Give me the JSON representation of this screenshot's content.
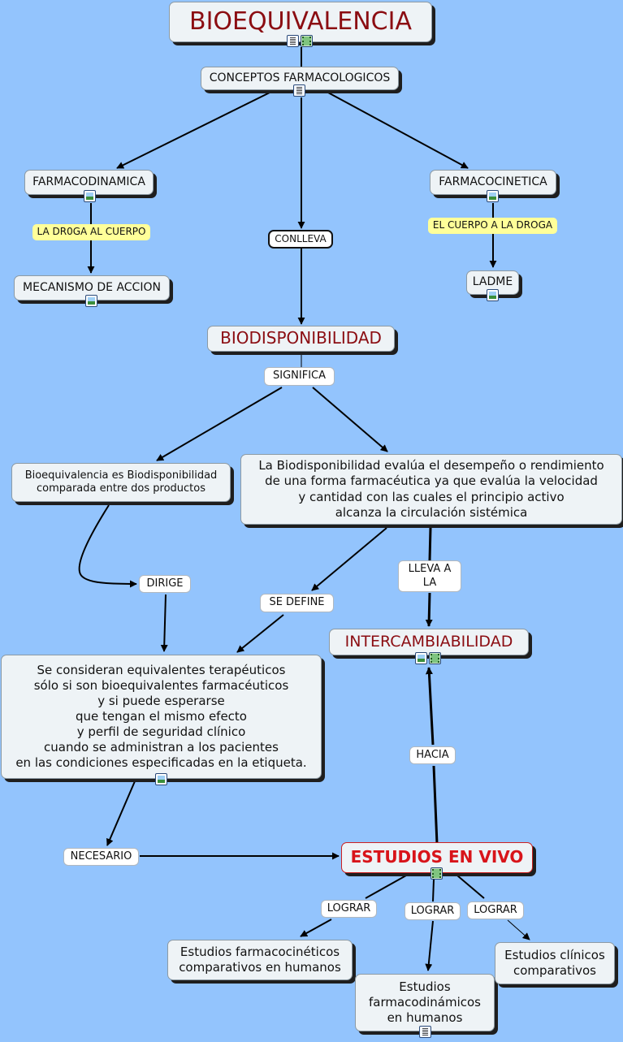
{
  "nodes": {
    "bioequivalencia": "BIOEQUIVALENCIA",
    "conceptos": "CONCEPTOS FARMACOLOGICOS",
    "farmacodinamica": "FARMACODINAMICA",
    "farmacocinetica": "FARMACOCINETICA",
    "mecanismo": "MECANISMO DE ACCION",
    "ladme": "LADME",
    "biodisponibilidad": "BIODISPONIBILIDAD",
    "bioeq_def": "Bioequivalencia es Biodisponibilidad\ncomparada entre dos productos",
    "biodisp_def": "La Biodisponibilidad evalúa el desempeño o rendimiento\nde una forma farmacéutica ya que evalúa la velocidad\ny cantidad con las cuales el principio activo\nalcanza la circulación sistémica",
    "intercambiabilidad": "INTERCAMBIABILIDAD",
    "equivalentes": "Se consideran equivalentes terapéuticos\nsólo si son bioequivalentes farmacéuticos\ny si puede esperarse\nque tengan el mismo efecto\ny perfil de seguridad clínico\ncuando se administran a los pacientes\nen las condiciones especificadas en la etiqueta.",
    "estudios_vivo": "ESTUDIOS EN VIVO",
    "farmacocineticos": "Estudios farmacocinéticos\ncomparativos en humanos",
    "farmacodinamicos": "Estudios\nfarmacodinámicos\nen humanos",
    "clinicos": "Estudios clínicos\ncomparativos"
  },
  "labels": {
    "droga_cuerpo": "LA DR0GA AL CUERPO",
    "cuerpo_droga": "EL CUERPO A LA DROGA",
    "conlleva": "CONLLEVA",
    "significa": "SIGNIFICA",
    "dirige": "DIRIGE",
    "se_define": "SE DEFINE",
    "lleva_a_la": "LLEVA A\nLA",
    "hacia": "HACIA",
    "necesario": "NECESARIO",
    "lograr": "LOGRAR"
  },
  "icons": {
    "bioequivalencia": [
      "doc-icon",
      "film-icon"
    ],
    "conceptos": [
      "doc-icon"
    ],
    "farmacodinamica": [
      "image-icon"
    ],
    "farmacocinetica": [
      "image-icon"
    ],
    "mecanismo": [
      "image-icon"
    ],
    "ladme": [
      "image-icon"
    ],
    "intercambiabilidad": [
      "image-icon",
      "film-icon"
    ],
    "equivalentes": [
      "image-icon"
    ],
    "estudios_vivo": [
      "film-icon"
    ],
    "farmacodinamicos": [
      "doc-icon"
    ]
  },
  "colors": {
    "background": "#93c4fd",
    "node_fill": "#eef3f6",
    "title_text": "#8b0d12",
    "highlight_text": "#d8141a",
    "phrase_highlight": "#ffff99",
    "link": "#000000"
  }
}
